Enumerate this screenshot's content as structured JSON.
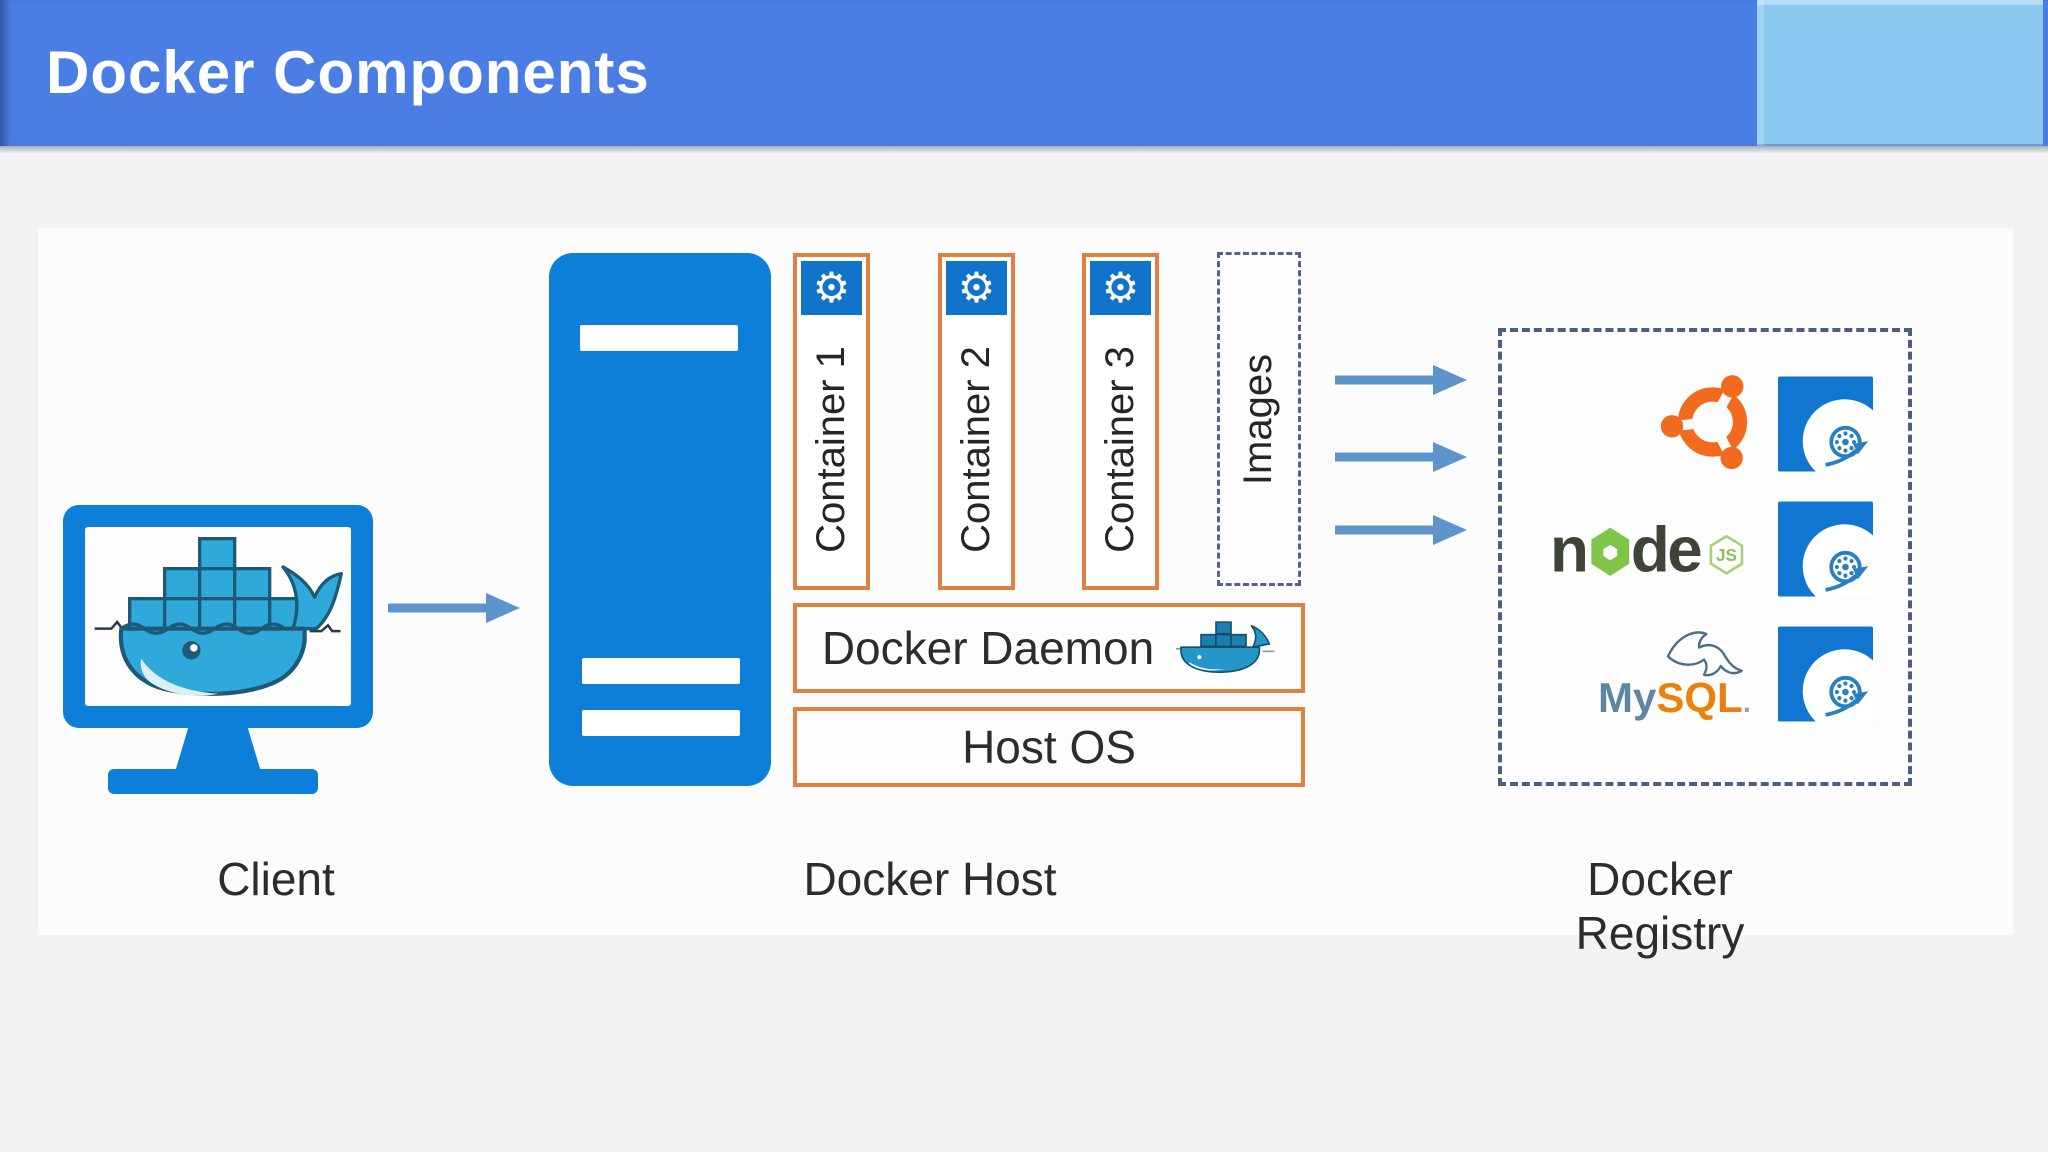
{
  "header": {
    "title": "Docker Components"
  },
  "client": {
    "label": "Client"
  },
  "host": {
    "label": "Docker Host",
    "containers": [
      {
        "label": "Container 1"
      },
      {
        "label": "Container 2"
      },
      {
        "label": "Container 3"
      }
    ],
    "images_label": "Images",
    "daemon_label": "Docker Daemon",
    "os_label": "Host OS"
  },
  "registry": {
    "label": "Docker Registry",
    "items": [
      {
        "name": "ubuntu-image"
      },
      {
        "name": "nodejs-image",
        "logo_text": "node",
        "badge_text": "JS"
      },
      {
        "name": "mysql-image",
        "logo_text_primary": "My",
        "logo_text_secondary": "SQL",
        "logo_dot": "."
      }
    ]
  },
  "icons": {
    "gear": "⚙"
  },
  "colors": {
    "header_blue": "#4b7ee4",
    "corner_light_blue": "#8ac8f0",
    "primary_blue": "#0e7fd9",
    "gear_square_blue": "#1273cb",
    "container_border_orange": "#e0813f",
    "arrow_blue": "#5e94cc",
    "dashed_border_blue_gray": "#4e5d82",
    "ubuntu_orange": "#f26a1e",
    "node_green": "#7fc648",
    "node_dark": "#3f4438",
    "mysql_blue": "#5d87a1",
    "mysql_orange": "#e8820d",
    "whale_teal": "#2fa8da"
  }
}
